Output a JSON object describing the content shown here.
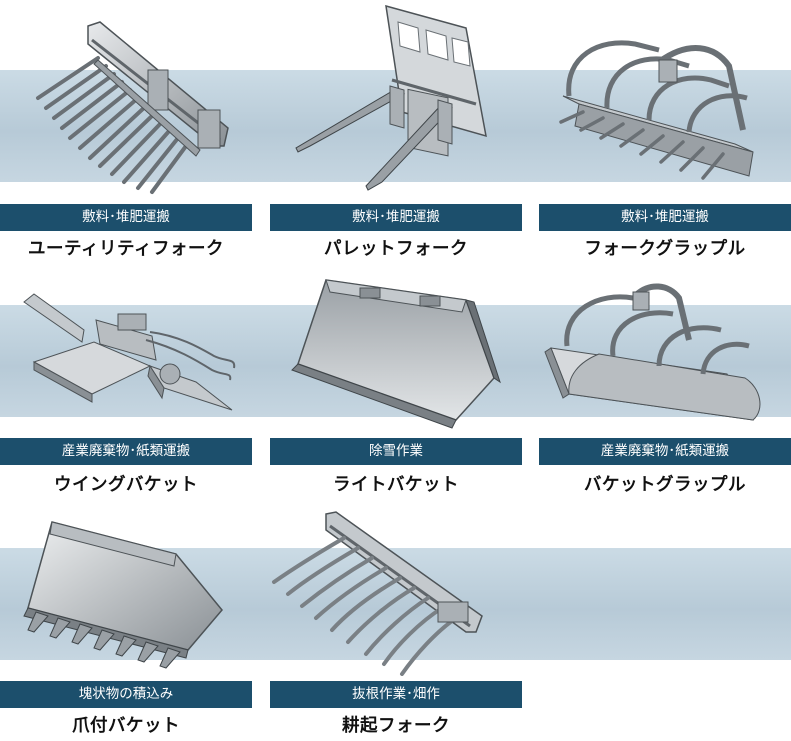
{
  "colors": {
    "band": "#bccdd9",
    "tag_background": "#1c4f6c",
    "tag_text": "#ffffff",
    "name_text": "#111111",
    "steel_light": "#d6d9dc",
    "steel_dark": "#5f656a"
  },
  "items": [
    {
      "tag": "敷料･堆肥運搬",
      "name": "ユーティリティフォーク",
      "image": "utility-fork-image"
    },
    {
      "tag": "敷料･堆肥運搬",
      "name": "パレットフォーク",
      "image": "pallet-fork-image"
    },
    {
      "tag": "敷料･堆肥運搬",
      "name": "フォークグラップル",
      "image": "fork-grapple-image"
    },
    {
      "tag": "産業廃棄物･紙類運搬",
      "name": "ウイングバケット",
      "image": "wing-bucket-image"
    },
    {
      "tag": "除雪作業",
      "name": "ライトバケット",
      "image": "light-bucket-image"
    },
    {
      "tag": "産業廃棄物･紙類運搬",
      "name": "バケットグラップル",
      "image": "bucket-grapple-image"
    },
    {
      "tag": "塊状物の積込み",
      "name": "爪付バケット",
      "image": "tooth-bucket-image"
    },
    {
      "tag": "抜根作業･畑作",
      "name": "耕起フォーク",
      "image": "tilling-fork-image"
    }
  ]
}
